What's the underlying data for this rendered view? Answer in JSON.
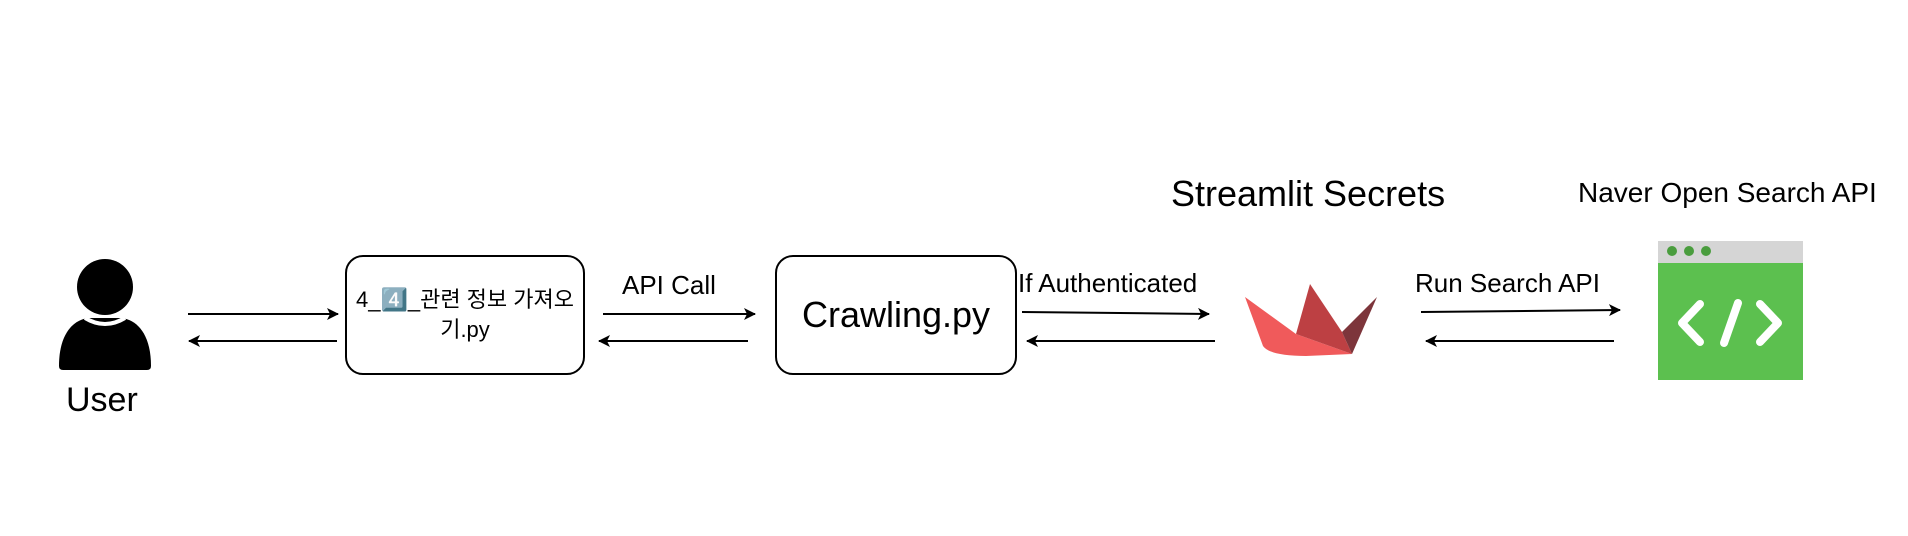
{
  "nodes": {
    "user": {
      "label": "User"
    },
    "page_file": {
      "label": "4_4️⃣_관련 정보 가져오기.py"
    },
    "crawler": {
      "label": "Crawling.py"
    },
    "secrets": {
      "title": "Streamlit Secrets",
      "icon": "streamlit-logo-icon"
    },
    "naver": {
      "title": "Naver Open Search API",
      "icon": "code-browser-icon"
    }
  },
  "edges": {
    "api_call": "API Call",
    "if_authenticated": "If Authenticated",
    "run_search": "Run Search API"
  },
  "colors": {
    "stroke": "#000000",
    "streamlit_red": "#F05A5B",
    "streamlit_dark_red": "#BD4043",
    "streamlit_maroon": "#7D353B",
    "api_green": "#5CC04F",
    "api_titlebar": "#D5D5D5",
    "api_dots": "#4A9D3E"
  }
}
